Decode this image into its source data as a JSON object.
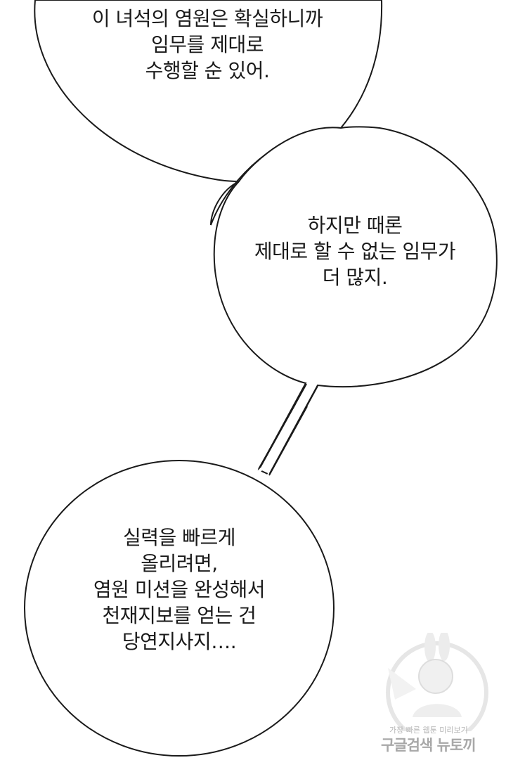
{
  "bubble_1": {
    "lines": [
      "이 녀석의 염원은 확실하니까",
      "임무를 제대로",
      "수행할 순 있어."
    ]
  },
  "bubble_2": {
    "lines": [
      "하지만 때론",
      "제대로 할 수 없는 임무가",
      "더 많지."
    ]
  },
  "bubble_3": {
    "lines": [
      "실력을 빠르게",
      "올리려면,",
      "염원 미션을 완성해서",
      "천재지보를 얻는 건",
      "당연지사지…."
    ]
  },
  "watermark": {
    "small": "가장 빠른 웹툰 미리보기",
    "big": "구글검색 뉴토끼"
  }
}
